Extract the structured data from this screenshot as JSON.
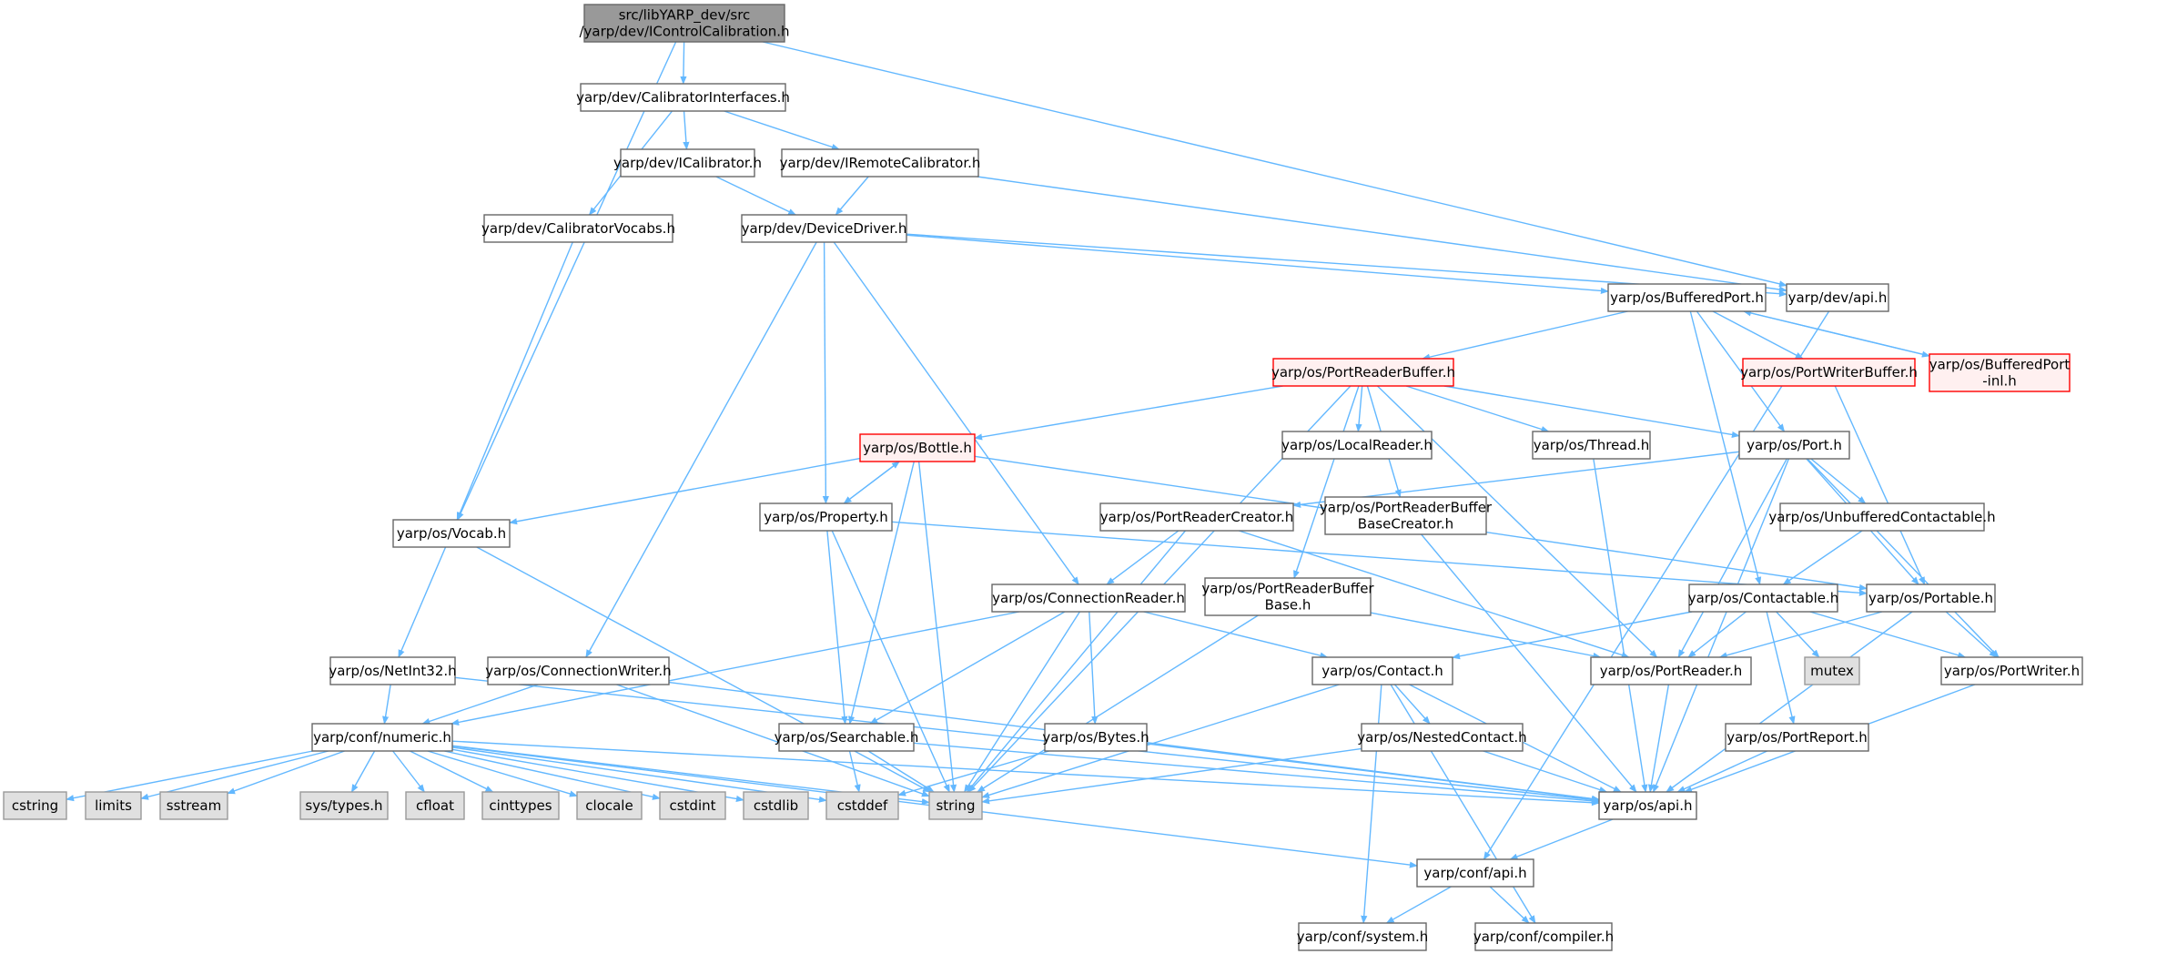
{
  "styles": {
    "root": {
      "fill": "#999999",
      "stroke": "#666666"
    },
    "normal": {
      "fill": "#ffffff",
      "stroke": "#666666"
    },
    "external": {
      "fill": "#e0e0e0",
      "stroke": "#999999"
    },
    "truncated": {
      "fill": "#fff0f0",
      "stroke": "#ff0000"
    },
    "edge": "#63b8ff"
  },
  "nodes": [
    {
      "id": "root",
      "kind": "root",
      "lines": [
        "src/libYARP_dev/src",
        "/yarp/dev/IControlCalibration.h"
      ]
    },
    {
      "id": "calibIfaces",
      "kind": "normal",
      "lines": [
        "yarp/dev/CalibratorInterfaces.h"
      ]
    },
    {
      "id": "icalib",
      "kind": "normal",
      "lines": [
        "yarp/dev/ICalibrator.h"
      ]
    },
    {
      "id": "iremote",
      "kind": "normal",
      "lines": [
        "yarp/dev/IRemoteCalibrator.h"
      ]
    },
    {
      "id": "calibVocabs",
      "kind": "normal",
      "lines": [
        "yarp/dev/CalibratorVocabs.h"
      ]
    },
    {
      "id": "devdriver",
      "kind": "normal",
      "lines": [
        "yarp/dev/DeviceDriver.h"
      ]
    },
    {
      "id": "devapi",
      "kind": "normal",
      "lines": [
        "yarp/dev/api.h"
      ]
    },
    {
      "id": "bufport",
      "kind": "normal",
      "lines": [
        "yarp/os/BufferedPort.h"
      ]
    },
    {
      "id": "bufportinl",
      "kind": "truncated",
      "lines": [
        "yarp/os/BufferedPort",
        "-inl.h"
      ]
    },
    {
      "id": "prb",
      "kind": "truncated",
      "lines": [
        "yarp/os/PortReaderBuffer.h"
      ]
    },
    {
      "id": "pwb",
      "kind": "truncated",
      "lines": [
        "yarp/os/PortWriterBuffer.h"
      ]
    },
    {
      "id": "bottle",
      "kind": "truncated",
      "lines": [
        "yarp/os/Bottle.h"
      ]
    },
    {
      "id": "localreader",
      "kind": "normal",
      "lines": [
        "yarp/os/LocalReader.h"
      ]
    },
    {
      "id": "thread",
      "kind": "normal",
      "lines": [
        "yarp/os/Thread.h"
      ]
    },
    {
      "id": "port",
      "kind": "normal",
      "lines": [
        "yarp/os/Port.h"
      ]
    },
    {
      "id": "vocab",
      "kind": "normal",
      "lines": [
        "yarp/os/Vocab.h"
      ]
    },
    {
      "id": "property",
      "kind": "normal",
      "lines": [
        "yarp/os/Property.h"
      ]
    },
    {
      "id": "prc",
      "kind": "normal",
      "lines": [
        "yarp/os/PortReaderCreator.h"
      ]
    },
    {
      "id": "prbbc",
      "kind": "normal",
      "lines": [
        "yarp/os/PortReaderBuffer",
        "BaseCreator.h"
      ]
    },
    {
      "id": "unbuf",
      "kind": "normal",
      "lines": [
        "yarp/os/UnbufferedContactable.h"
      ]
    },
    {
      "id": "connreader",
      "kind": "normal",
      "lines": [
        "yarp/os/ConnectionReader.h"
      ]
    },
    {
      "id": "prbbase",
      "kind": "normal",
      "lines": [
        "yarp/os/PortReaderBuffer",
        "Base.h"
      ]
    },
    {
      "id": "contactable",
      "kind": "normal",
      "lines": [
        "yarp/os/Contactable.h"
      ]
    },
    {
      "id": "portable",
      "kind": "normal",
      "lines": [
        "yarp/os/Portable.h"
      ]
    },
    {
      "id": "netint",
      "kind": "normal",
      "lines": [
        "yarp/os/NetInt32.h"
      ]
    },
    {
      "id": "connwriter",
      "kind": "normal",
      "lines": [
        "yarp/os/ConnectionWriter.h"
      ]
    },
    {
      "id": "contact",
      "kind": "normal",
      "lines": [
        "yarp/os/Contact.h"
      ]
    },
    {
      "id": "portreader",
      "kind": "normal",
      "lines": [
        "yarp/os/PortReader.h"
      ]
    },
    {
      "id": "mutex",
      "kind": "external",
      "lines": [
        "mutex"
      ]
    },
    {
      "id": "portwriter",
      "kind": "normal",
      "lines": [
        "yarp/os/PortWriter.h"
      ]
    },
    {
      "id": "numeric",
      "kind": "normal",
      "lines": [
        "yarp/conf/numeric.h"
      ]
    },
    {
      "id": "searchable",
      "kind": "normal",
      "lines": [
        "yarp/os/Searchable.h"
      ]
    },
    {
      "id": "bytes",
      "kind": "normal",
      "lines": [
        "yarp/os/Bytes.h"
      ]
    },
    {
      "id": "nested",
      "kind": "normal",
      "lines": [
        "yarp/os/NestedContact.h"
      ]
    },
    {
      "id": "portreport",
      "kind": "normal",
      "lines": [
        "yarp/os/PortReport.h"
      ]
    },
    {
      "id": "cstring",
      "kind": "external",
      "lines": [
        "cstring"
      ]
    },
    {
      "id": "limits",
      "kind": "external",
      "lines": [
        "limits"
      ]
    },
    {
      "id": "sstream",
      "kind": "external",
      "lines": [
        "sstream"
      ]
    },
    {
      "id": "systypes",
      "kind": "external",
      "lines": [
        "sys/types.h"
      ]
    },
    {
      "id": "cfloat",
      "kind": "external",
      "lines": [
        "cfloat"
      ]
    },
    {
      "id": "cinttypes",
      "kind": "external",
      "lines": [
        "cinttypes"
      ]
    },
    {
      "id": "clocale",
      "kind": "external",
      "lines": [
        "clocale"
      ]
    },
    {
      "id": "cstdint",
      "kind": "external",
      "lines": [
        "cstdint"
      ]
    },
    {
      "id": "cstdlib",
      "kind": "external",
      "lines": [
        "cstdlib"
      ]
    },
    {
      "id": "cstddef",
      "kind": "external",
      "lines": [
        "cstddef"
      ]
    },
    {
      "id": "string",
      "kind": "external",
      "lines": [
        "string"
      ]
    },
    {
      "id": "osapi",
      "kind": "normal",
      "lines": [
        "yarp/os/api.h"
      ]
    },
    {
      "id": "confapi",
      "kind": "normal",
      "lines": [
        "yarp/conf/api.h"
      ]
    },
    {
      "id": "system",
      "kind": "normal",
      "lines": [
        "yarp/conf/system.h"
      ]
    },
    {
      "id": "compiler",
      "kind": "normal",
      "lines": [
        "yarp/conf/compiler.h"
      ]
    }
  ],
  "edges": [
    [
      "root",
      "calibIfaces"
    ],
    [
      "root",
      "vocab"
    ],
    [
      "root",
      "devapi"
    ],
    [
      "calibIfaces",
      "icalib"
    ],
    [
      "calibIfaces",
      "iremote"
    ],
    [
      "calibIfaces",
      "calibVocabs"
    ],
    [
      "icalib",
      "devdriver"
    ],
    [
      "iremote",
      "devdriver"
    ],
    [
      "iremote",
      "devapi"
    ],
    [
      "calibVocabs",
      "vocab"
    ],
    [
      "devdriver",
      "devapi"
    ],
    [
      "devdriver",
      "bufport"
    ],
    [
      "devdriver",
      "property"
    ],
    [
      "devdriver",
      "connreader"
    ],
    [
      "devdriver",
      "connwriter"
    ],
    [
      "devapi",
      "confapi"
    ],
    [
      "bufport",
      "prb"
    ],
    [
      "bufport",
      "pwb"
    ],
    [
      "bufport",
      "bufportinl"
    ],
    [
      "bufport",
      "port"
    ],
    [
      "bufport",
      "contactable"
    ],
    [
      "bufportinl",
      "bufport"
    ],
    [
      "pwb",
      "portable"
    ],
    [
      "prb",
      "bottle"
    ],
    [
      "prb",
      "localreader"
    ],
    [
      "prb",
      "thread"
    ],
    [
      "prb",
      "port"
    ],
    [
      "prb",
      "prbbc"
    ],
    [
      "prb",
      "prbbase"
    ],
    [
      "prb",
      "portreader"
    ],
    [
      "prb",
      "string"
    ],
    [
      "bottle",
      "vocab"
    ],
    [
      "bottle",
      "property"
    ],
    [
      "bottle",
      "searchable"
    ],
    [
      "bottle",
      "portable"
    ],
    [
      "bottle",
      "string"
    ],
    [
      "property",
      "bottle"
    ],
    [
      "property",
      "searchable"
    ],
    [
      "property",
      "portable"
    ],
    [
      "property",
      "string"
    ],
    [
      "thread",
      "osapi"
    ],
    [
      "port",
      "prc"
    ],
    [
      "port",
      "unbuf"
    ],
    [
      "port",
      "portable"
    ],
    [
      "port",
      "portreader"
    ],
    [
      "port",
      "portwriter"
    ],
    [
      "port",
      "osapi"
    ],
    [
      "vocab",
      "netint"
    ],
    [
      "vocab",
      "string"
    ],
    [
      "prc",
      "connreader"
    ],
    [
      "prc",
      "portreader"
    ],
    [
      "prc",
      "string"
    ],
    [
      "prbbc",
      "osapi"
    ],
    [
      "unbuf",
      "contactable"
    ],
    [
      "connreader",
      "contact"
    ],
    [
      "connreader",
      "searchable"
    ],
    [
      "connreader",
      "bytes"
    ],
    [
      "connreader",
      "numeric"
    ],
    [
      "connreader",
      "string"
    ],
    [
      "prbbase",
      "portreader"
    ],
    [
      "prbbase",
      "string"
    ],
    [
      "contactable",
      "contact"
    ],
    [
      "contactable",
      "portreader"
    ],
    [
      "contactable",
      "mutex"
    ],
    [
      "contactable",
      "portwriter"
    ],
    [
      "contactable",
      "portreport"
    ],
    [
      "portable",
      "portreader"
    ],
    [
      "portable",
      "portwriter"
    ],
    [
      "portable",
      "osapi"
    ],
    [
      "netint",
      "numeric"
    ],
    [
      "netint",
      "osapi"
    ],
    [
      "connwriter",
      "numeric"
    ],
    [
      "connwriter",
      "osapi"
    ],
    [
      "connwriter",
      "string"
    ],
    [
      "contact",
      "nested"
    ],
    [
      "contact",
      "string"
    ],
    [
      "contact",
      "system"
    ],
    [
      "contact",
      "compiler"
    ],
    [
      "contact",
      "osapi"
    ],
    [
      "portreader",
      "osapi"
    ],
    [
      "portwriter",
      "osapi"
    ],
    [
      "searchable",
      "cstddef"
    ],
    [
      "searchable",
      "string"
    ],
    [
      "searchable",
      "osapi"
    ],
    [
      "bytes",
      "cstddef"
    ],
    [
      "bytes",
      "osapi"
    ],
    [
      "nested",
      "string"
    ],
    [
      "nested",
      "osapi"
    ],
    [
      "portreport",
      "osapi"
    ],
    [
      "numeric",
      "cstring"
    ],
    [
      "numeric",
      "limits"
    ],
    [
      "numeric",
      "sstream"
    ],
    [
      "numeric",
      "systypes"
    ],
    [
      "numeric",
      "cfloat"
    ],
    [
      "numeric",
      "cinttypes"
    ],
    [
      "numeric",
      "clocale"
    ],
    [
      "numeric",
      "cstdint"
    ],
    [
      "numeric",
      "cstdlib"
    ],
    [
      "numeric",
      "cstddef"
    ],
    [
      "numeric",
      "string"
    ],
    [
      "numeric",
      "confapi"
    ],
    [
      "numeric",
      "osapi"
    ],
    [
      "osapi",
      "confapi"
    ],
    [
      "confapi",
      "system"
    ],
    [
      "confapi",
      "compiler"
    ]
  ]
}
